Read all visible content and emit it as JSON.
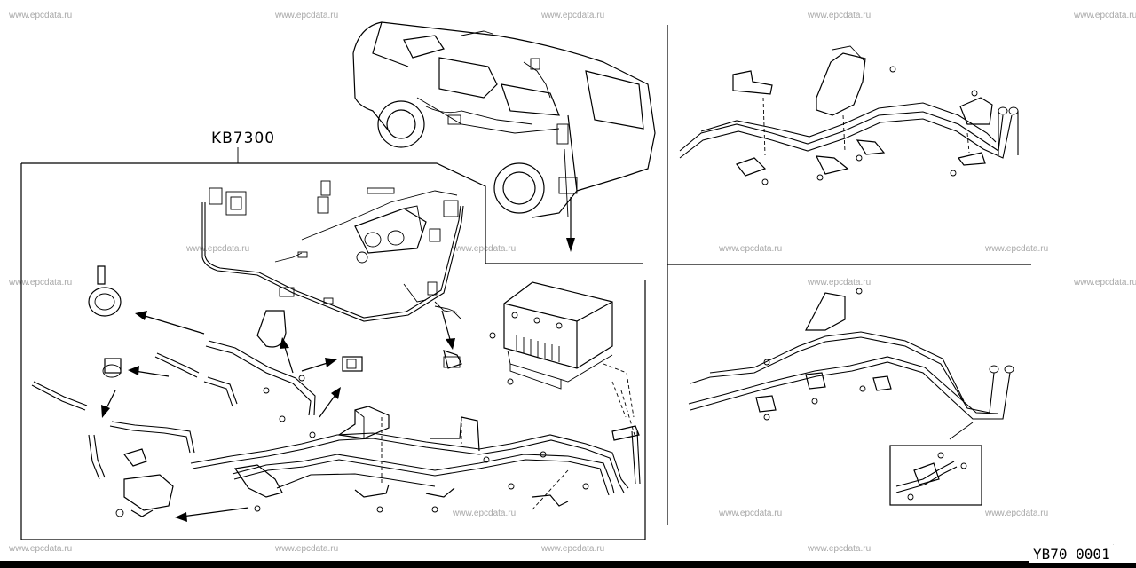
{
  "watermark": "www.epcdata.ru",
  "part_label": "KB7300",
  "diagram_code": "YB70 0001",
  "colors": {
    "line": "#000000",
    "watermark": "#a8a8a8",
    "background": "#ffffff"
  }
}
